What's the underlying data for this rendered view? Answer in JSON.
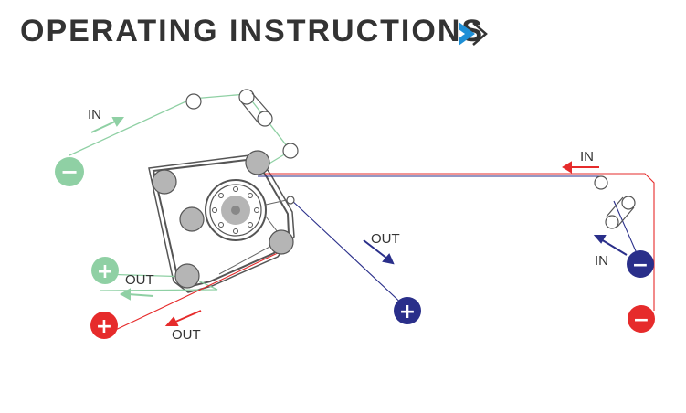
{
  "title": "OPERATING INSTRUCTIONS",
  "icons": {
    "title_chevron": "double-chevron-right-icon"
  },
  "colors": {
    "green_path": "#8fd0a4",
    "red_path": "#e62b2b",
    "blue_path": "#2a2f8a",
    "gray_line": "#666666",
    "roller_fill": "#b5b5b5",
    "chevron_blue": "#1e8fd6",
    "chevron_dark": "#333333"
  },
  "terminals": {
    "green_in_sign": "−",
    "green_out_sign": "+",
    "red_out_sign": "+",
    "blue_out_sign": "+",
    "blue_in_sign": "−",
    "red_in_sign": "−"
  },
  "labels": {
    "green_in": "IN",
    "green_out": "OUT",
    "red_out": "OUT",
    "blue_out": "OUT",
    "red_in": "IN",
    "blue_in": "IN"
  }
}
